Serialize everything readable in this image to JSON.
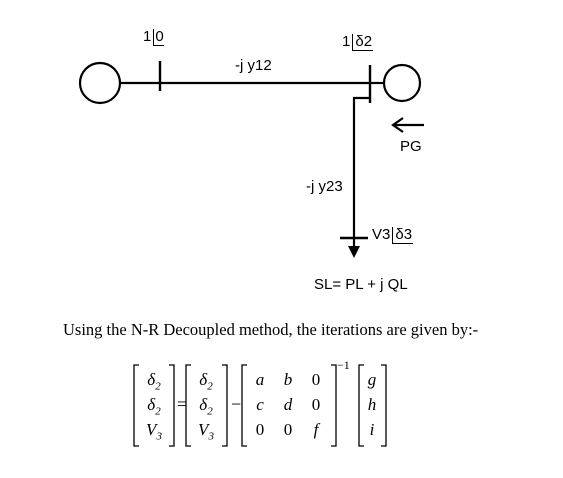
{
  "diagram": {
    "bus1": {
      "magnitude": "1",
      "angle": "0"
    },
    "bus2": {
      "magnitude": "1",
      "angle": "δ2"
    },
    "line12": "-j y12",
    "line23": "-j y23",
    "generation": "PG",
    "bus3": {
      "voltage": "V3",
      "angle": "δ3"
    },
    "load": "SL= PL + j QL"
  },
  "text": {
    "method": "Using the N-R Decoupled method, the iterations are given by:-"
  },
  "equation": {
    "lhs": [
      [
        "δ",
        "2"
      ],
      [
        "δ",
        "2"
      ],
      [
        "V",
        "3"
      ]
    ],
    "rhs1": [
      [
        "δ",
        "2"
      ],
      [
        "δ",
        "2"
      ],
      [
        "V",
        "3"
      ]
    ],
    "jacobian": [
      [
        "a",
        "b",
        "0"
      ],
      [
        "c",
        "d",
        "0"
      ],
      [
        "0",
        "0",
        "f"
      ]
    ],
    "exponent": "−1",
    "mismatch": [
      "g",
      "h",
      "i"
    ],
    "equals": "=",
    "minus": "−"
  }
}
